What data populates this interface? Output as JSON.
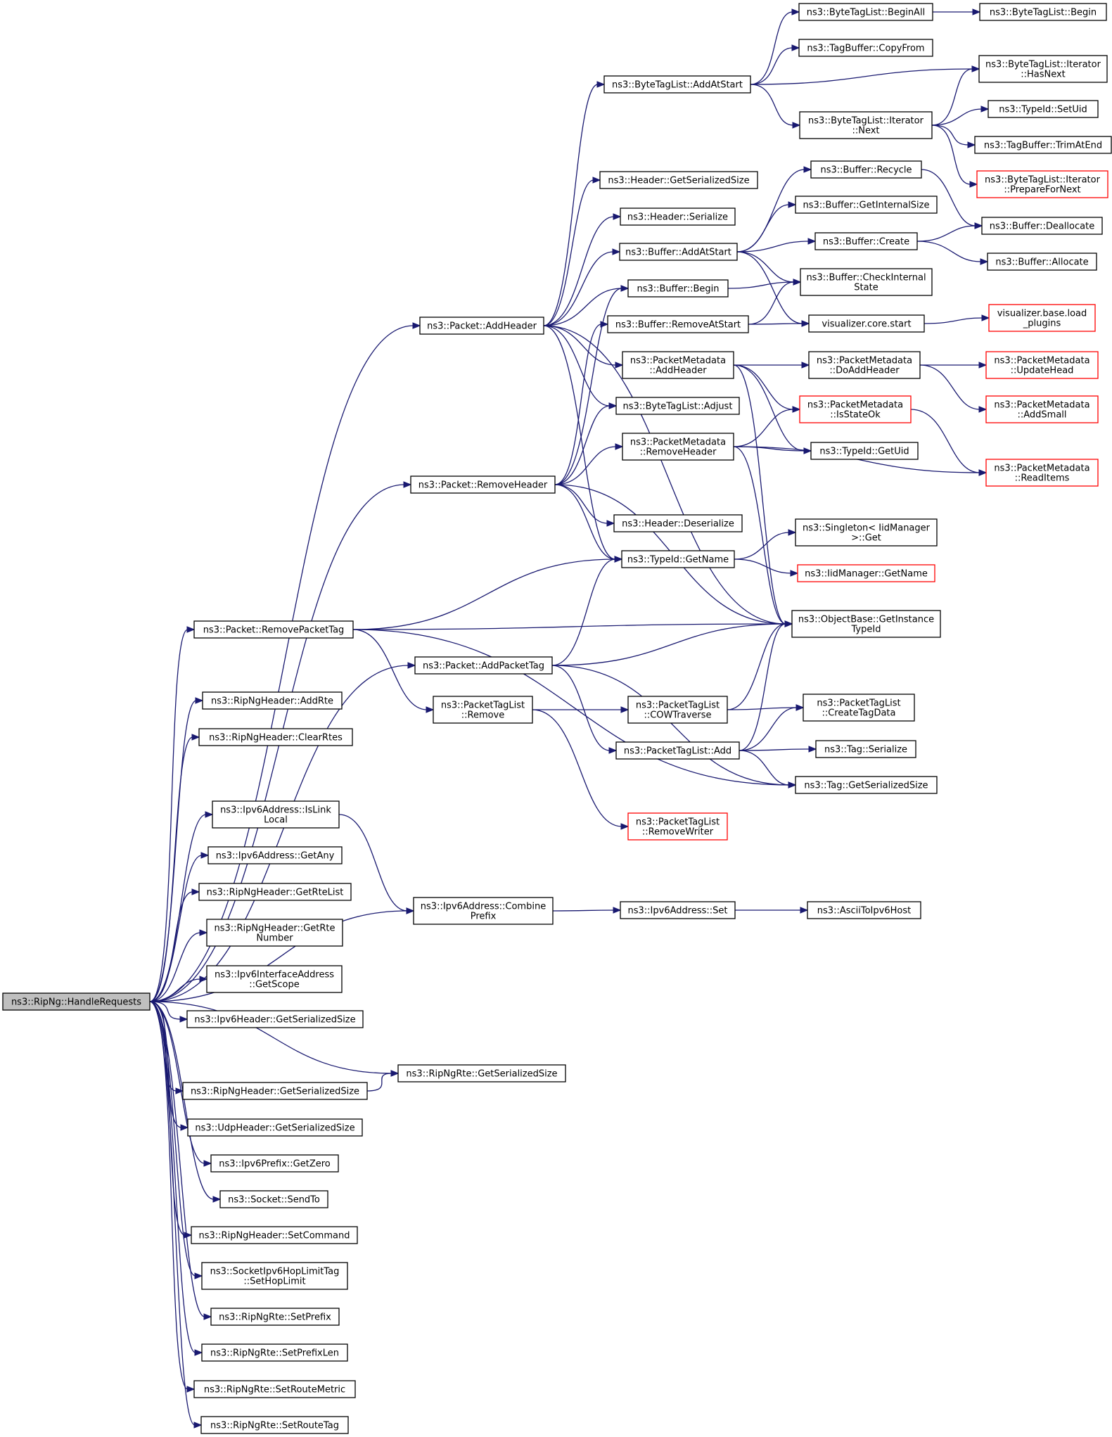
{
  "graph": {
    "root": "ns3::RipNg::HandleRequests",
    "nodes": [
      {
        "id": "root",
        "lines": [
          "ns3::RipNg::HandleRequests"
        ],
        "style": "root"
      },
      {
        "id": "addHeader",
        "lines": [
          "ns3::Packet::AddHeader"
        ],
        "style": "normal"
      },
      {
        "id": "removeHeader",
        "lines": [
          "ns3::Packet::RemoveHeader"
        ],
        "style": "normal"
      },
      {
        "id": "removePacketTag",
        "lines": [
          "ns3::Packet::RemovePacketTag"
        ],
        "style": "normal"
      },
      {
        "id": "addPacketTag",
        "lines": [
          "ns3::Packet::AddPacketTag"
        ],
        "style": "normal"
      },
      {
        "id": "addRte",
        "lines": [
          "ns3::RipNgHeader::AddRte"
        ],
        "style": "normal"
      },
      {
        "id": "clearRtes",
        "lines": [
          "ns3::RipNgHeader::ClearRtes"
        ],
        "style": "normal"
      },
      {
        "id": "isLinkLocal",
        "lines": [
          "ns3::Ipv6Address::IsLink",
          "Local"
        ],
        "style": "normal"
      },
      {
        "id": "getAny",
        "lines": [
          "ns3::Ipv6Address::GetAny"
        ],
        "style": "normal"
      },
      {
        "id": "getRteList",
        "lines": [
          "ns3::RipNgHeader::GetRteList"
        ],
        "style": "normal"
      },
      {
        "id": "getRteNumber",
        "lines": [
          "ns3::RipNgHeader::GetRte",
          "Number"
        ],
        "style": "normal"
      },
      {
        "id": "getScope",
        "lines": [
          "ns3::Ipv6InterfaceAddress",
          "::GetScope"
        ],
        "style": "normal"
      },
      {
        "id": "ipv6HdrSize",
        "lines": [
          "ns3::Ipv6Header::GetSerializedSize"
        ],
        "style": "normal"
      },
      {
        "id": "ripRteSize",
        "lines": [
          "ns3::RipNgRte::GetSerializedSize"
        ],
        "style": "normal"
      },
      {
        "id": "ripHdrSize",
        "lines": [
          "ns3::RipNgHeader::GetSerializedSize"
        ],
        "style": "normal"
      },
      {
        "id": "udpHdrSize",
        "lines": [
          "ns3::UdpHeader::GetSerializedSize"
        ],
        "style": "normal"
      },
      {
        "id": "getZero",
        "lines": [
          "ns3::Ipv6Prefix::GetZero"
        ],
        "style": "normal"
      },
      {
        "id": "sendTo",
        "lines": [
          "ns3::Socket::SendTo"
        ],
        "style": "normal"
      },
      {
        "id": "setCommand",
        "lines": [
          "ns3::RipNgHeader::SetCommand"
        ],
        "style": "normal"
      },
      {
        "id": "setHopLimit",
        "lines": [
          "ns3::SocketIpv6HopLimitTag",
          "::SetHopLimit"
        ],
        "style": "normal"
      },
      {
        "id": "setPrefix",
        "lines": [
          "ns3::RipNgRte::SetPrefix"
        ],
        "style": "normal"
      },
      {
        "id": "setPrefixLen",
        "lines": [
          "ns3::RipNgRte::SetPrefixLen"
        ],
        "style": "normal"
      },
      {
        "id": "setRouteMetric",
        "lines": [
          "ns3::RipNgRte::SetRouteMetric"
        ],
        "style": "normal"
      },
      {
        "id": "setRouteTag",
        "lines": [
          "ns3::RipNgRte::SetRouteTag"
        ],
        "style": "normal"
      },
      {
        "id": "combinePrefix",
        "lines": [
          "ns3::Ipv6Address::Combine",
          "Prefix"
        ],
        "style": "normal"
      },
      {
        "id": "ipv6Set",
        "lines": [
          "ns3::Ipv6Address::Set"
        ],
        "style": "normal"
      },
      {
        "id": "asciiToIpv6",
        "lines": [
          "ns3::AsciiToIpv6Host"
        ],
        "style": "normal"
      },
      {
        "id": "btlAddAtStart",
        "lines": [
          "ns3::ByteTagList::AddAtStart"
        ],
        "style": "normal"
      },
      {
        "id": "hdrSerSize",
        "lines": [
          "ns3::Header::GetSerializedSize"
        ],
        "style": "normal"
      },
      {
        "id": "hdrSerialize",
        "lines": [
          "ns3::Header::Serialize"
        ],
        "style": "normal"
      },
      {
        "id": "bufAddAtStart",
        "lines": [
          "ns3::Buffer::AddAtStart"
        ],
        "style": "normal"
      },
      {
        "id": "bufBegin",
        "lines": [
          "ns3::Buffer::Begin"
        ],
        "style": "normal"
      },
      {
        "id": "bufRemoveAtStart",
        "lines": [
          "ns3::Buffer::RemoveAtStart"
        ],
        "style": "normal"
      },
      {
        "id": "pmAddHeader",
        "lines": [
          "ns3::PacketMetadata",
          "::AddHeader"
        ],
        "style": "normal"
      },
      {
        "id": "btlAdjust",
        "lines": [
          "ns3::ByteTagList::Adjust"
        ],
        "style": "normal"
      },
      {
        "id": "pmRemoveHeader",
        "lines": [
          "ns3::PacketMetadata",
          "::RemoveHeader"
        ],
        "style": "normal"
      },
      {
        "id": "hdrDeserialize",
        "lines": [
          "ns3::Header::Deserialize"
        ],
        "style": "normal"
      },
      {
        "id": "typeGetName",
        "lines": [
          "ns3::TypeId::GetName"
        ],
        "style": "normal"
      },
      {
        "id": "ptlRemove",
        "lines": [
          "ns3::PacketTagList",
          "::Remove"
        ],
        "style": "normal"
      },
      {
        "id": "ptlCow",
        "lines": [
          "ns3::PacketTagList",
          "::COWTraverse"
        ],
        "style": "normal"
      },
      {
        "id": "ptlAdd",
        "lines": [
          "ns3::PacketTagList::Add"
        ],
        "style": "normal"
      },
      {
        "id": "ptlRemoveWriter",
        "lines": [
          "ns3::PacketTagList",
          "::RemoveWriter"
        ],
        "style": "red"
      },
      {
        "id": "btlBeginAll",
        "lines": [
          "ns3::ByteTagList::BeginAll"
        ],
        "style": "normal"
      },
      {
        "id": "tbCopyFrom",
        "lines": [
          "ns3::TagBuffer::CopyFrom"
        ],
        "style": "normal"
      },
      {
        "id": "btlItNext",
        "lines": [
          "ns3::ByteTagList::Iterator",
          "::Next"
        ],
        "style": "normal"
      },
      {
        "id": "bufRecycle",
        "lines": [
          "ns3::Buffer::Recycle"
        ],
        "style": "normal"
      },
      {
        "id": "bufGetInternalSize",
        "lines": [
          "ns3::Buffer::GetInternalSize"
        ],
        "style": "normal"
      },
      {
        "id": "bufCreate",
        "lines": [
          "ns3::Buffer::Create"
        ],
        "style": "normal"
      },
      {
        "id": "bufCheckInternal",
        "lines": [
          "ns3::Buffer::CheckInternal",
          "State"
        ],
        "style": "normal"
      },
      {
        "id": "vizCoreStart",
        "lines": [
          "visualizer.core.start"
        ],
        "style": "normal"
      },
      {
        "id": "pmDoAddHeader",
        "lines": [
          "ns3::PacketMetadata",
          "::DoAddHeader"
        ],
        "style": "normal"
      },
      {
        "id": "pmIsStateOk",
        "lines": [
          "ns3::PacketMetadata",
          "::IsStateOk"
        ],
        "style": "red"
      },
      {
        "id": "typeGetUid",
        "lines": [
          "ns3::TypeId::GetUid"
        ],
        "style": "normal"
      },
      {
        "id": "singletonGet",
        "lines": [
          "ns3::Singleton< IidManager",
          ">::Get"
        ],
        "style": "normal"
      },
      {
        "id": "iidGetName",
        "lines": [
          "ns3::IidManager::GetName"
        ],
        "style": "red"
      },
      {
        "id": "objGetInstance",
        "lines": [
          "ns3::ObjectBase::GetInstance",
          "TypeId"
        ],
        "style": "normal"
      },
      {
        "id": "ptlCreateTagData",
        "lines": [
          "ns3::PacketTagList",
          "::CreateTagData"
        ],
        "style": "normal"
      },
      {
        "id": "tagSerialize",
        "lines": [
          "ns3::Tag::Serialize"
        ],
        "style": "normal"
      },
      {
        "id": "tagSerSize",
        "lines": [
          "ns3::Tag::GetSerializedSize"
        ],
        "style": "normal"
      },
      {
        "id": "btlBegin",
        "lines": [
          "ns3::ByteTagList::Begin"
        ],
        "style": "normal"
      },
      {
        "id": "btlItHasNext",
        "lines": [
          "ns3::ByteTagList::Iterator",
          "::HasNext"
        ],
        "style": "normal"
      },
      {
        "id": "typeSetUid",
        "lines": [
          "ns3::TypeId::SetUid"
        ],
        "style": "normal"
      },
      {
        "id": "tbTrimAtEnd",
        "lines": [
          "ns3::TagBuffer::TrimAtEnd"
        ],
        "style": "normal"
      },
      {
        "id": "btlItPrepare",
        "lines": [
          "ns3::ByteTagList::Iterator",
          "::PrepareForNext"
        ],
        "style": "red"
      },
      {
        "id": "bufDeallocate",
        "lines": [
          "ns3::Buffer::Deallocate"
        ],
        "style": "normal"
      },
      {
        "id": "bufAllocate",
        "lines": [
          "ns3::Buffer::Allocate"
        ],
        "style": "normal"
      },
      {
        "id": "vizLoadPlugins",
        "lines": [
          "visualizer.base.load",
          "_plugins"
        ],
        "style": "red"
      },
      {
        "id": "pmUpdateHead",
        "lines": [
          "ns3::PacketMetadata",
          "::UpdateHead"
        ],
        "style": "red"
      },
      {
        "id": "pmAddSmall",
        "lines": [
          "ns3::PacketMetadata",
          "::AddSmall"
        ],
        "style": "red"
      },
      {
        "id": "pmReadItems",
        "lines": [
          "ns3::PacketMetadata",
          "::ReadItems"
        ],
        "style": "red"
      }
    ],
    "edges": [
      [
        "root",
        "addHeader"
      ],
      [
        "root",
        "removeHeader"
      ],
      [
        "root",
        "removePacketTag"
      ],
      [
        "root",
        "addPacketTag"
      ],
      [
        "root",
        "addRte"
      ],
      [
        "root",
        "clearRtes"
      ],
      [
        "root",
        "combinePrefix"
      ],
      [
        "root",
        "isLinkLocal"
      ],
      [
        "root",
        "getAny"
      ],
      [
        "root",
        "getRteList"
      ],
      [
        "root",
        "getRteNumber"
      ],
      [
        "root",
        "getScope"
      ],
      [
        "root",
        "ipv6HdrSize"
      ],
      [
        "root",
        "ripRteSize"
      ],
      [
        "root",
        "ripHdrSize"
      ],
      [
        "root",
        "udpHdrSize"
      ],
      [
        "root",
        "getZero"
      ],
      [
        "root",
        "sendTo"
      ],
      [
        "root",
        "setCommand"
      ],
      [
        "root",
        "setHopLimit"
      ],
      [
        "root",
        "setPrefix"
      ],
      [
        "root",
        "setPrefixLen"
      ],
      [
        "root",
        "setRouteMetric"
      ],
      [
        "root",
        "setRouteTag"
      ],
      [
        "ripHdrSize",
        "ripRteSize"
      ],
      [
        "isLinkLocal",
        "combinePrefix"
      ],
      [
        "combinePrefix",
        "ipv6Set"
      ],
      [
        "ipv6Set",
        "asciiToIpv6"
      ],
      [
        "addHeader",
        "btlAddAtStart"
      ],
      [
        "addHeader",
        "hdrSerSize"
      ],
      [
        "addHeader",
        "hdrSerialize"
      ],
      [
        "addHeader",
        "bufAddAtStart"
      ],
      [
        "addHeader",
        "bufBegin"
      ],
      [
        "addHeader",
        "pmAddHeader"
      ],
      [
        "addHeader",
        "btlAdjust"
      ],
      [
        "addHeader",
        "typeGetName"
      ],
      [
        "addHeader",
        "objGetInstance"
      ],
      [
        "removeHeader",
        "bufBegin"
      ],
      [
        "removeHeader",
        "bufRemoveAtStart"
      ],
      [
        "removeHeader",
        "btlAdjust"
      ],
      [
        "removeHeader",
        "pmRemoveHeader"
      ],
      [
        "removeHeader",
        "hdrDeserialize"
      ],
      [
        "removeHeader",
        "typeGetName"
      ],
      [
        "removeHeader",
        "objGetInstance"
      ],
      [
        "removePacketTag",
        "typeGetName"
      ],
      [
        "removePacketTag",
        "objGetInstance"
      ],
      [
        "removePacketTag",
        "ptlRemove"
      ],
      [
        "removePacketTag",
        "tagSerSize"
      ],
      [
        "addPacketTag",
        "typeGetName"
      ],
      [
        "addPacketTag",
        "objGetInstance"
      ],
      [
        "addPacketTag",
        "ptlAdd"
      ],
      [
        "addPacketTag",
        "tagSerSize"
      ],
      [
        "ptlRemove",
        "ptlCow"
      ],
      [
        "ptlRemove",
        "ptlRemoveWriter"
      ],
      [
        "ptlCow",
        "objGetInstance"
      ],
      [
        "ptlCow",
        "ptlCreateTagData"
      ],
      [
        "ptlAdd",
        "objGetInstance"
      ],
      [
        "ptlAdd",
        "ptlCreateTagData"
      ],
      [
        "ptlAdd",
        "tagSerialize"
      ],
      [
        "ptlAdd",
        "tagSerSize"
      ],
      [
        "btlAddAtStart",
        "btlBeginAll"
      ],
      [
        "btlAddAtStart",
        "tbCopyFrom"
      ],
      [
        "btlAddAtStart",
        "btlItHasNext"
      ],
      [
        "btlAddAtStart",
        "btlItNext"
      ],
      [
        "btlBeginAll",
        "btlBegin"
      ],
      [
        "btlItNext",
        "btlItHasNext"
      ],
      [
        "btlItNext",
        "typeSetUid"
      ],
      [
        "btlItNext",
        "tbTrimAtEnd"
      ],
      [
        "btlItNext",
        "btlItPrepare"
      ],
      [
        "bufAddAtStart",
        "bufRecycle"
      ],
      [
        "bufAddAtStart",
        "bufGetInternalSize"
      ],
      [
        "bufAddAtStart",
        "bufCreate"
      ],
      [
        "bufAddAtStart",
        "bufCheckInternal"
      ],
      [
        "bufAddAtStart",
        "vizCoreStart"
      ],
      [
        "bufRecycle",
        "bufDeallocate"
      ],
      [
        "bufCreate",
        "bufDeallocate"
      ],
      [
        "bufCreate",
        "bufAllocate"
      ],
      [
        "bufBegin",
        "bufCheckInternal"
      ],
      [
        "bufRemoveAtStart",
        "bufCheckInternal"
      ],
      [
        "bufRemoveAtStart",
        "vizCoreStart"
      ],
      [
        "vizCoreStart",
        "vizLoadPlugins"
      ],
      [
        "pmAddHeader",
        "pmDoAddHeader"
      ],
      [
        "pmAddHeader",
        "pmIsStateOk"
      ],
      [
        "pmAddHeader",
        "typeGetUid"
      ],
      [
        "pmAddHeader",
        "objGetInstance"
      ],
      [
        "pmDoAddHeader",
        "pmUpdateHead"
      ],
      [
        "pmDoAddHeader",
        "pmAddSmall"
      ],
      [
        "pmIsStateOk",
        "pmReadItems"
      ],
      [
        "pmRemoveHeader",
        "pmIsStateOk"
      ],
      [
        "pmRemoveHeader",
        "typeGetUid"
      ],
      [
        "pmRemoveHeader",
        "pmReadItems"
      ],
      [
        "pmRemoveHeader",
        "objGetInstance"
      ],
      [
        "typeGetName",
        "singletonGet"
      ],
      [
        "typeGetName",
        "iidGetName"
      ]
    ]
  }
}
